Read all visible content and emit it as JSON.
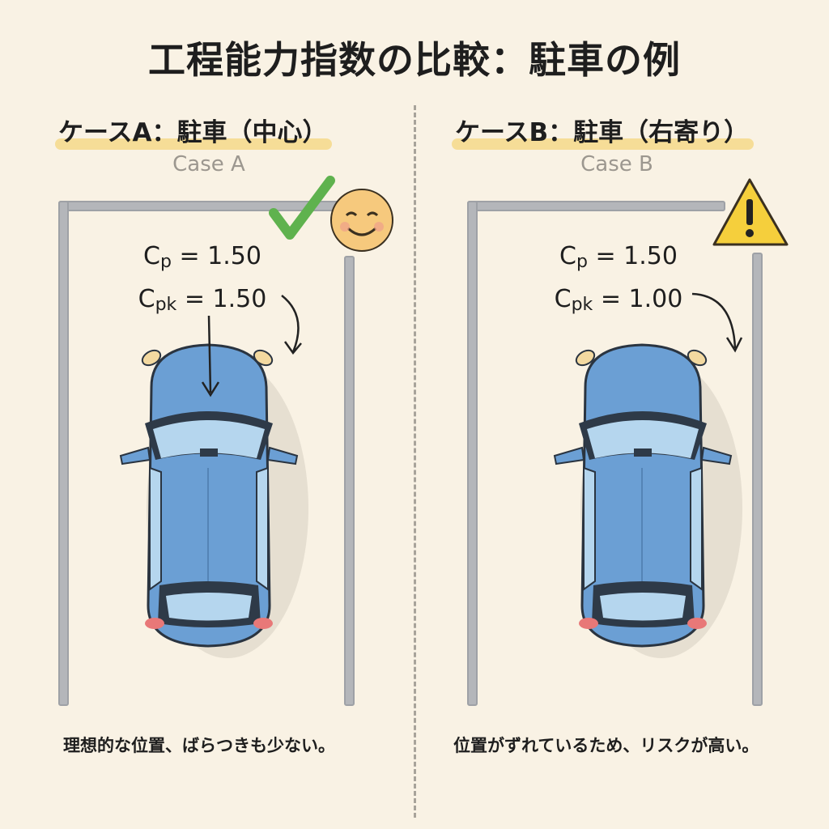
{
  "title": "工程能力指数の比較：駐車の例",
  "cases": [
    {
      "heading": "ケースA：駐車（中心）",
      "subtitle": "Case A",
      "cp_label": "C",
      "cp_sub": "p",
      "cp_value": "= 1.50",
      "cpk_label": "C",
      "cpk_sub": "pk",
      "cpk_value": "= 1.50",
      "caption": "理想的な位置、ばらつきも少ない。",
      "status_icon": "check-and-smile-icon"
    },
    {
      "heading": "ケースB：駐車（右寄り）",
      "subtitle": "Case B",
      "cp_label": "C",
      "cp_sub": "p",
      "cp_value": "= 1.50",
      "cpk_label": "C",
      "cpk_sub": "pk",
      "cpk_value": "= 1.00",
      "caption": "位置がずれているため、リスクが高い。",
      "status_icon": "warning-icon"
    }
  ],
  "colors": {
    "car": "#6b9fd4",
    "highlight": "#f6d98a",
    "check": "#5fb24e",
    "warning": "#f5cf3c",
    "background": "#f9f2e4"
  }
}
